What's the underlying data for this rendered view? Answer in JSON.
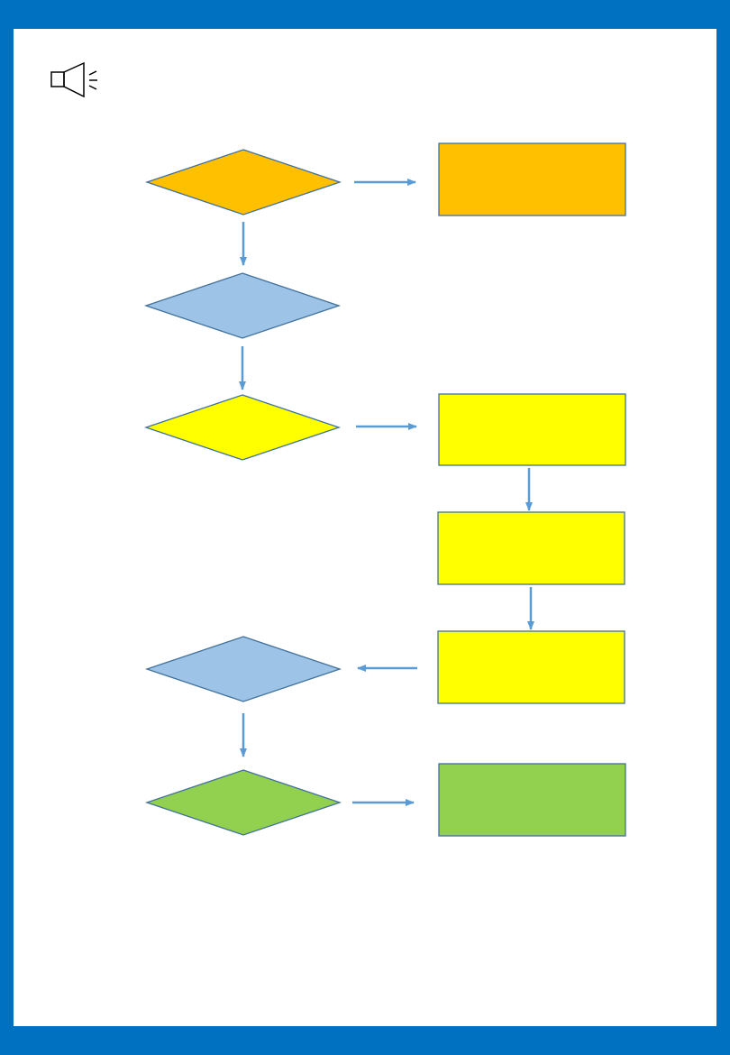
{
  "colors": {
    "frame": "#0070C0",
    "background": "#FFFFFF",
    "orange": "#FFC000",
    "blue": "#9DC3E6",
    "yellow": "#FFFF00",
    "green": "#92D050",
    "shape_border": "#41719C",
    "arrow": "#5B9BD5"
  },
  "icon": {
    "name": "speaker-icon"
  },
  "nodes": [
    {
      "id": "decision-1",
      "shape": "diamond",
      "fill": "orange",
      "label": ""
    },
    {
      "id": "box-1",
      "shape": "rectangle",
      "fill": "orange",
      "label": ""
    },
    {
      "id": "decision-2",
      "shape": "diamond",
      "fill": "blue",
      "label": ""
    },
    {
      "id": "decision-3",
      "shape": "diamond",
      "fill": "yellow",
      "label": ""
    },
    {
      "id": "box-2",
      "shape": "rectangle",
      "fill": "yellow",
      "label": ""
    },
    {
      "id": "box-3",
      "shape": "rectangle",
      "fill": "yellow",
      "label": ""
    },
    {
      "id": "box-4",
      "shape": "rectangle",
      "fill": "yellow",
      "label": ""
    },
    {
      "id": "decision-4",
      "shape": "diamond",
      "fill": "blue",
      "label": ""
    },
    {
      "id": "decision-5",
      "shape": "diamond",
      "fill": "green",
      "label": ""
    },
    {
      "id": "box-5",
      "shape": "rectangle",
      "fill": "green",
      "label": ""
    }
  ],
  "edges": [
    {
      "from": "decision-1",
      "to": "box-1"
    },
    {
      "from": "decision-1",
      "to": "decision-2"
    },
    {
      "from": "decision-2",
      "to": "decision-3"
    },
    {
      "from": "decision-3",
      "to": "box-2"
    },
    {
      "from": "box-2",
      "to": "box-3"
    },
    {
      "from": "box-3",
      "to": "box-4"
    },
    {
      "from": "box-4",
      "to": "decision-4"
    },
    {
      "from": "decision-4",
      "to": "decision-5"
    },
    {
      "from": "decision-5",
      "to": "box-5"
    }
  ]
}
